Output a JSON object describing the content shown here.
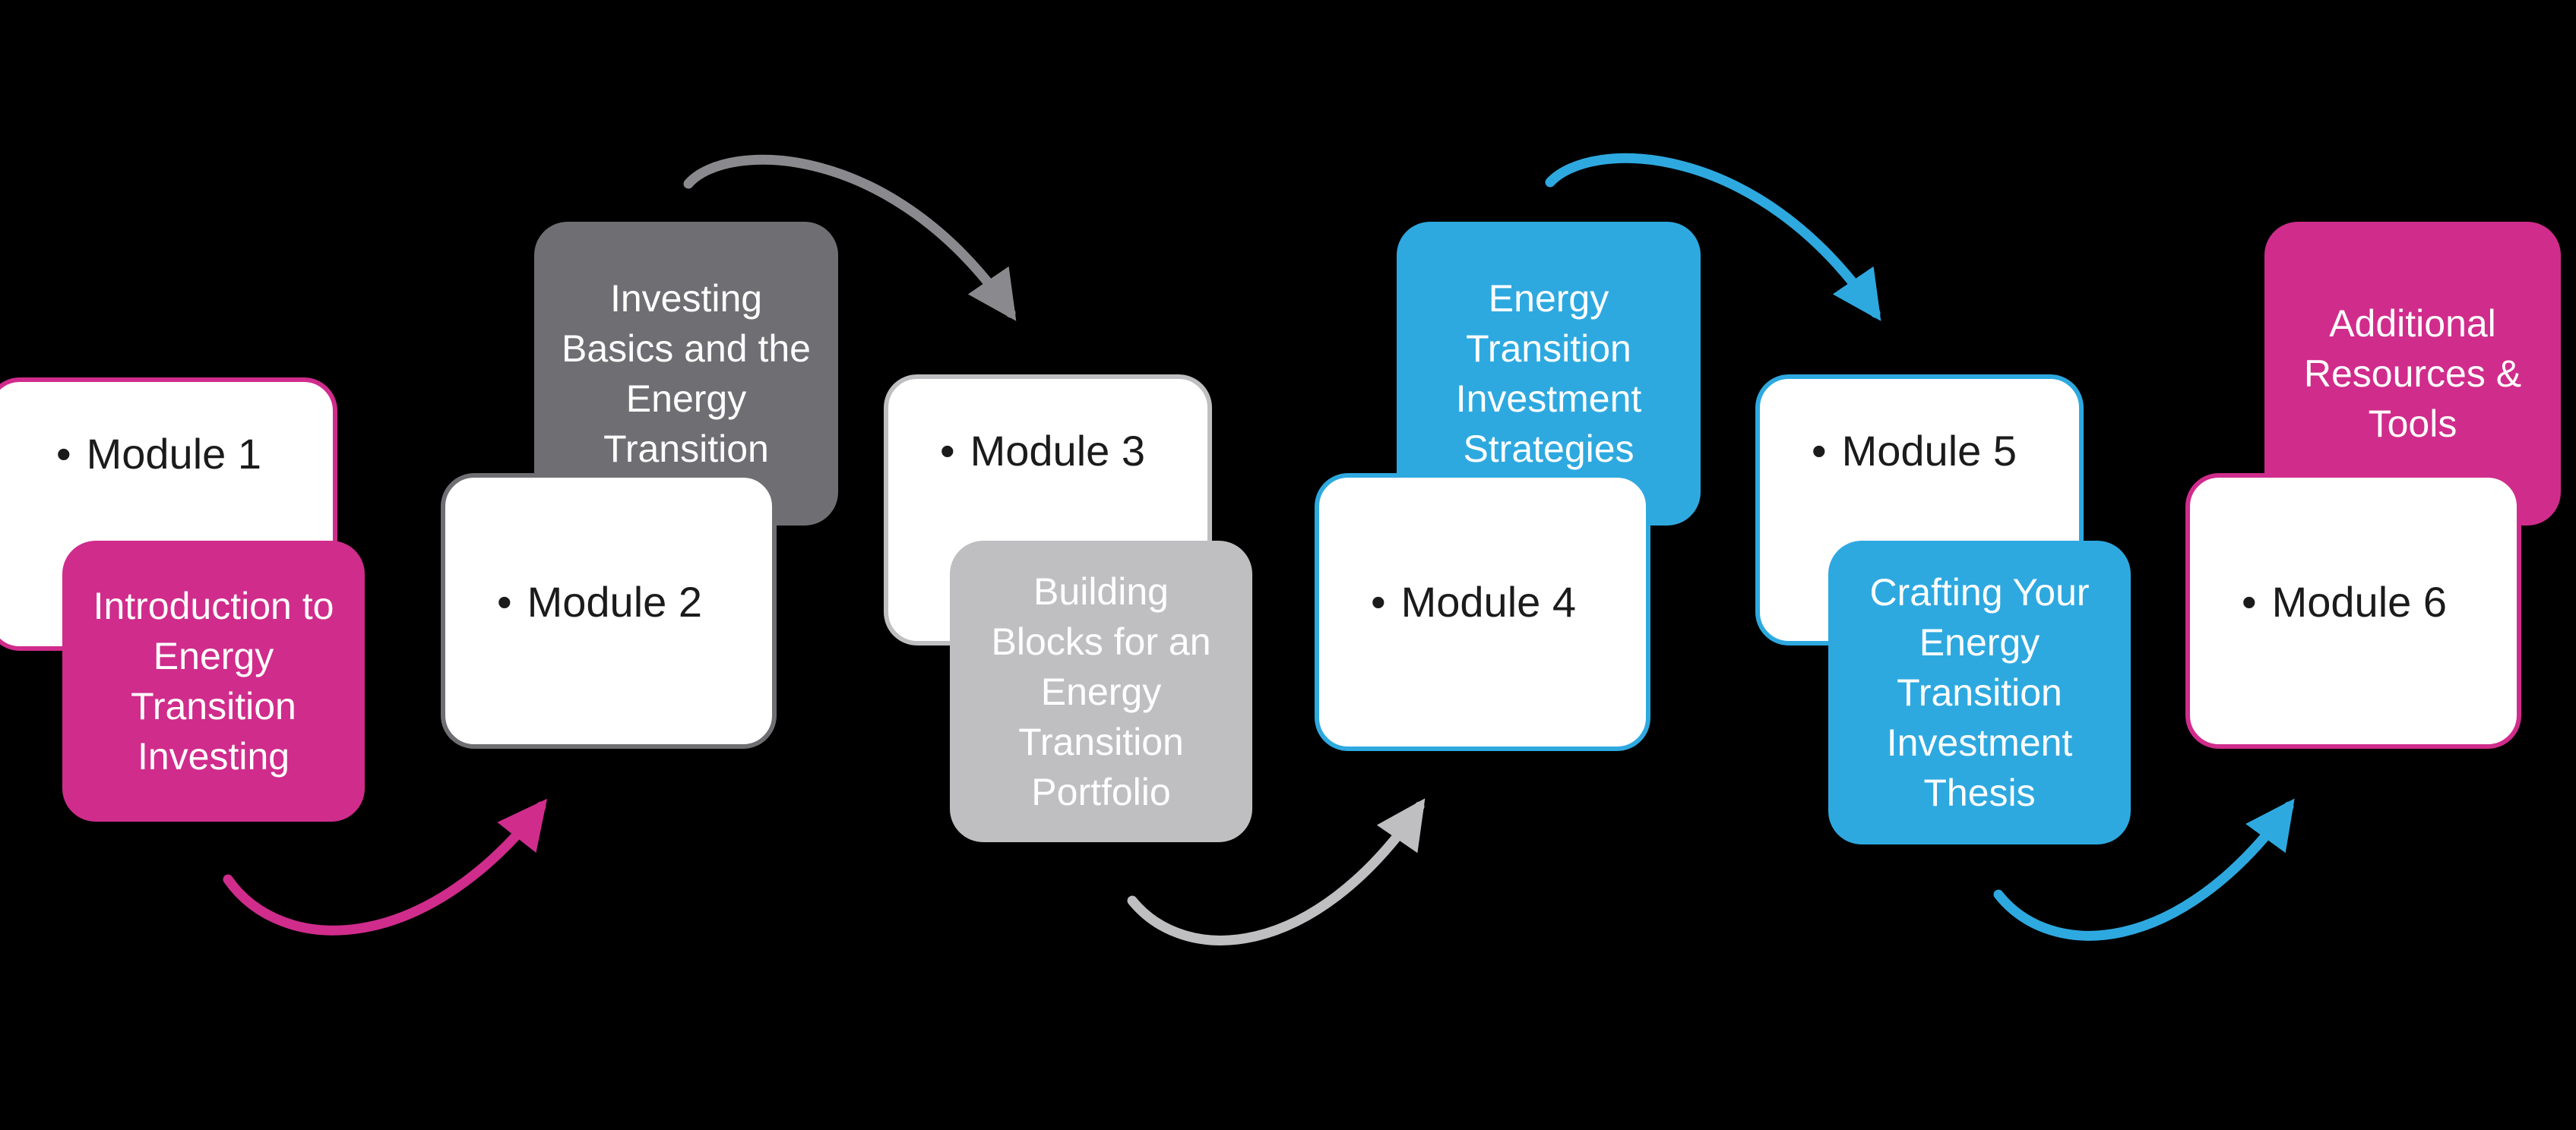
{
  "bullet": "•",
  "colors": {
    "background": "#000000",
    "pink": "#D02C8C",
    "gray_dark": "#6F6F73",
    "gray_mid": "#8A8A8E",
    "gray_light": "#BFBFC1",
    "blue": "#2EA9E0",
    "box_fill": "#FFFFFF",
    "label_text": "#1B1B1B",
    "desc_text": "#FFFFFF"
  },
  "modules": [
    {
      "label": "Module 1",
      "desc": "Introduction to Energy Transition Investing",
      "accent": "pink"
    },
    {
      "label": "Module 2",
      "desc": "Investing Basics and the Energy Transition",
      "accent": "dark-gray"
    },
    {
      "label": "Module 3",
      "desc": "Building Blocks for an Energy Transition Portfolio",
      "accent": "light-gray"
    },
    {
      "label": "Module 4",
      "desc": "Energy Transition Investment Strategies",
      "accent": "blue"
    },
    {
      "label": "Module 5",
      "desc": "Crafting Your Energy Transition Investment Thesis",
      "accent": "blue"
    },
    {
      "label": "Module 6",
      "desc": "Additional Resources & Tools",
      "accent": "pink"
    }
  ]
}
